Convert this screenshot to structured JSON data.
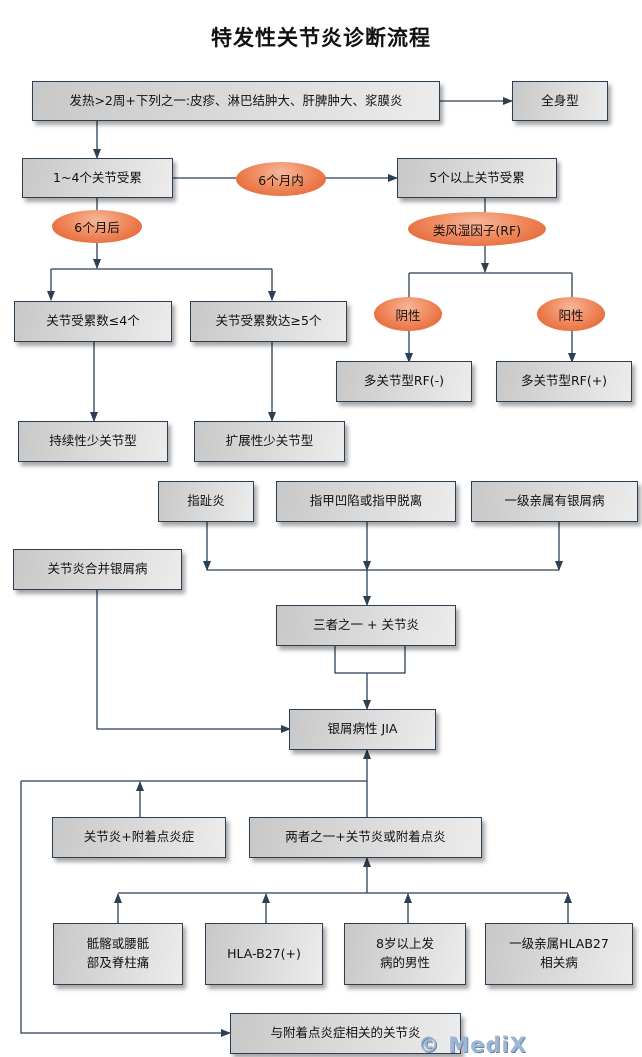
{
  "title": "特发性关节炎诊断流程",
  "section1": {
    "fever_box": "发热>2周+下列之一:皮疹、淋巴结肿大、肝脾肿大、浆膜炎",
    "systemic": "全身型",
    "joints_1_4": "1~4个关节受累",
    "within_6m": "6个月内",
    "joints_5plus": "5个以上关节受累",
    "after_6m": "6个月后",
    "rf": "类风湿因子(RF)",
    "le4": "关节受累数≤4个",
    "ge5": "关节受累数达≥5个",
    "negative": "阴性",
    "positive": "阳性",
    "poly_rf_neg": "多关节型RF(-)",
    "poly_rf_pos": "多关节型RF(+)",
    "persistent_oligo": "持续性少关节型",
    "extended_oligo": "扩展性少关节型"
  },
  "section2": {
    "dactylitis": "指趾炎",
    "nail_pitting": "指甲凹陷或指甲脱离",
    "family_psoriasis": "一级亲属有银屑病",
    "arthritis_psoriasis": "关节炎合并银屑病",
    "one_of_three": "三者之一 + 关节炎",
    "psoriatic_jia": "银屑病性 JIA"
  },
  "section3": {
    "arthritis_enthesitis": "关节炎+附着点炎症",
    "one_of_two": "两者之一+关节炎或附着点炎",
    "sacroiliac": [
      "骶髂或腰骶",
      "部及脊柱痛"
    ],
    "hla_b27": "HLA-B27(+)",
    "male_over_8": [
      "8岁以上发",
      "病的男性"
    ],
    "family_hlab27": [
      "一级亲属HLAB27",
      "相关病"
    ],
    "era": "与附着点炎症相关的关节炎"
  },
  "watermark": "© MediX",
  "colors": {
    "line": "#2b3f55",
    "oval": "#e8703f",
    "box": "#d6d6d6"
  }
}
